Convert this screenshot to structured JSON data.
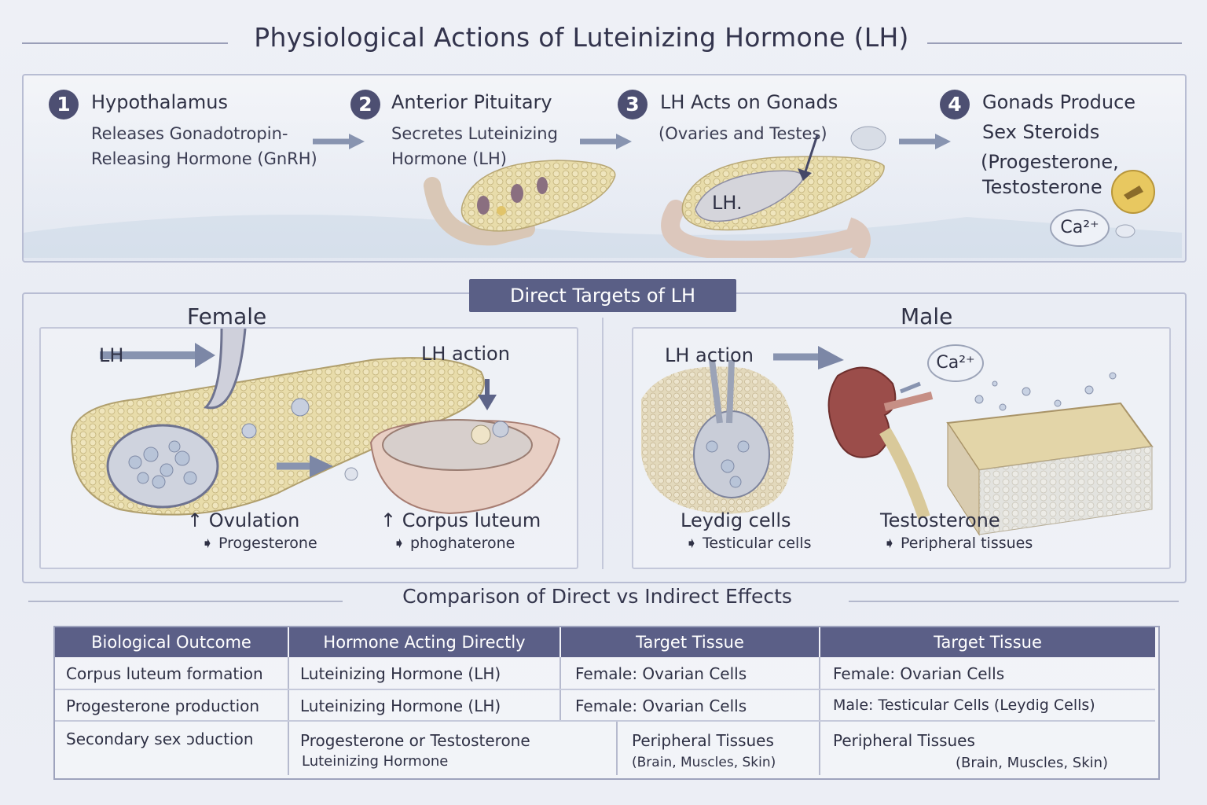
{
  "title": "Physiological Actions of Luteinizing Hormone (LH)",
  "pathway": [
    {
      "num": "1",
      "title": "Hypothalamus",
      "desc1": "Releases Gonadotropin-",
      "desc2": "Releasing Hormone (GnRH)"
    },
    {
      "num": "2",
      "title": "Anterior Pituitary",
      "desc1": "Secretes Luteinizing",
      "desc2": "Hormone (LH)"
    },
    {
      "num": "3",
      "title": "LH Acts on Gonads",
      "desc1": "(Ovaries and Testes)",
      "desc2": ""
    },
    {
      "num": "4",
      "title": "Gonads Produce",
      "desc1": "Sex Steroids",
      "desc2": "(Progesterone,",
      "desc3": "Testosterone"
    }
  ],
  "pathway_lh_label": "LH.",
  "ca_label": "Ca²⁺",
  "targets": {
    "heading": "Direct Targets of LH",
    "female": {
      "heading": "Female",
      "lh_label": "LH",
      "lh_action": "LH action",
      "left_label": "↑ Ovulation",
      "left_sub": "Progesterone",
      "right_label": "↑ Corpus luteum",
      "right_sub": "phoghaterone"
    },
    "male": {
      "heading": "Male",
      "lh_action": "LH action",
      "ca_label": "Ca²⁺",
      "left_label": "Leydig cells",
      "left_sub": "Testicular cells",
      "right_label": "Testosterone",
      "right_sub": "Peripheral tissues"
    }
  },
  "comparison": {
    "title": "Comparison of Direct vs Indirect Effects",
    "headers": [
      "Biological Outcome",
      "Hormone Acting Directly",
      "Target Tissue",
      "Target Tissue"
    ],
    "rows": [
      [
        "Corpus luteum formation",
        "Luteinizing Hormone (LH)",
        "Female: Ovarian Cells",
        "Female: Ovarian Cells"
      ],
      [
        "Progesterone production",
        "Luteinizing Hormone (LH)",
        "Female: Ovarian Cells",
        "Male: Testicular Cells (Leydig Cells)"
      ]
    ],
    "row3": {
      "c1": "Secondary  sex ɔduction",
      "c2a": "Progesterone or Testosterone",
      "c2b": "Luteinizing Hormone",
      "c3a": "Peripheral Tissues",
      "c3b": "(Brain, Muscles, Skin)",
      "c4a": "Peripheral Tissues",
      "c4b": "(Brain, Muscles, Skin)"
    }
  },
  "colors": {
    "accent": "#4d4f72",
    "header": "#5b5f87",
    "tissue": "#e6d9a6",
    "kidney": "#9b4d4a"
  }
}
